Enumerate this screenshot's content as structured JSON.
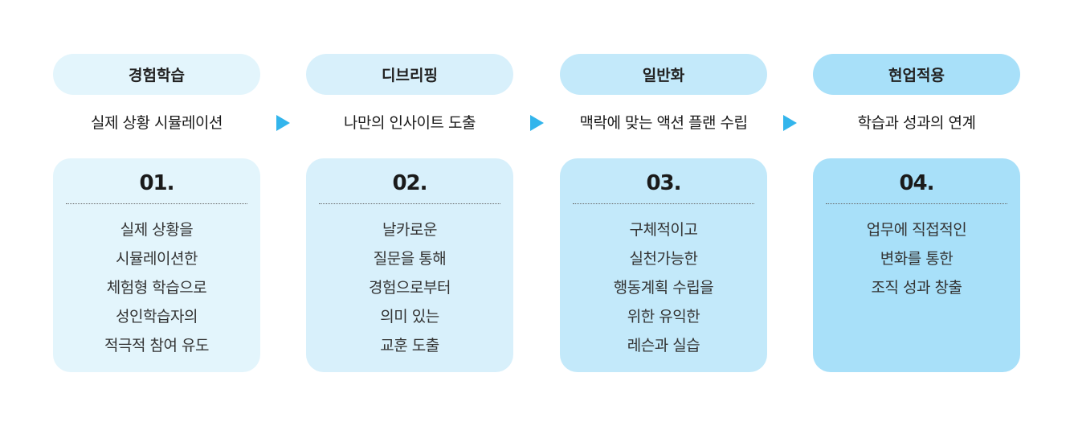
{
  "steps": [
    {
      "title": "경험학습",
      "subtitle": "실제 상황 시뮬레이션",
      "number": "01.",
      "lines": [
        "실제 상황을",
        "시뮬레이션한",
        "체험형 학습으로",
        "성인학습자의",
        "적극적 참여 유도"
      ],
      "color": "#E3F5FC"
    },
    {
      "title": "디브리핑",
      "subtitle": "나만의 인사이트 도출",
      "number": "02.",
      "lines": [
        "날카로운",
        "질문을 통해",
        "경험으로부터",
        "의미 있는",
        "교훈 도출"
      ],
      "color": "#D8F0FB"
    },
    {
      "title": "일반화",
      "subtitle": "맥락에 맞는 액션 플랜 수립",
      "number": "03.",
      "lines": [
        "구체적이고",
        "실천가능한",
        "행동계획 수립을",
        "위한 유익한",
        "레슨과 실습"
      ],
      "color": "#C3E9FA"
    },
    {
      "title": "현업적용",
      "subtitle": "학습과 성과의 연계",
      "number": "04.",
      "lines": [
        "업무에 직접적인",
        "변화를 통한",
        "조직 성과 창출"
      ],
      "color": "#A8E0F9"
    }
  ],
  "arrow_color": "#33B5EC"
}
